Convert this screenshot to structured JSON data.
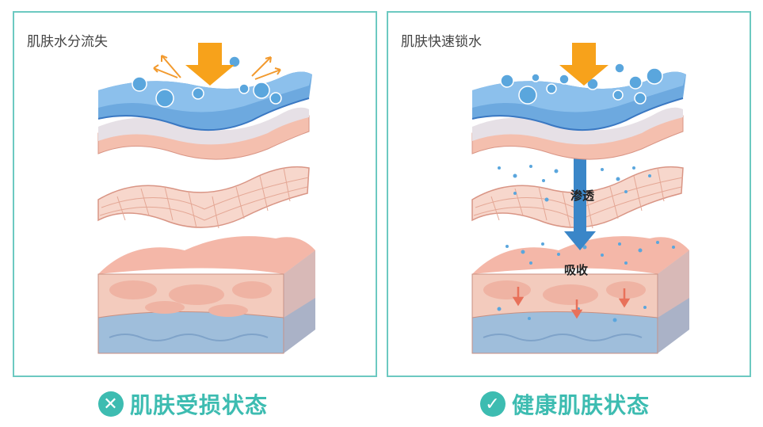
{
  "left_panel": {
    "title": "肌肤水分流失",
    "caption": "肌肤受损状态",
    "caption_icon": "cross-circle-icon"
  },
  "right_panel": {
    "title": "肌肤快速锁水",
    "caption": "健康肌肤状态",
    "caption_icon": "check-circle-icon",
    "labels": {
      "penetrate": "渗透",
      "absorb": "吸收"
    }
  },
  "colors": {
    "teal": "#3dbcb1",
    "border": "#6cc9c1",
    "water_blue": "#5aa6dd",
    "arrow_orange": "#f7a21b",
    "skin_pink": "#f5c3b5",
    "tissue_blue": "#9fbedb"
  }
}
